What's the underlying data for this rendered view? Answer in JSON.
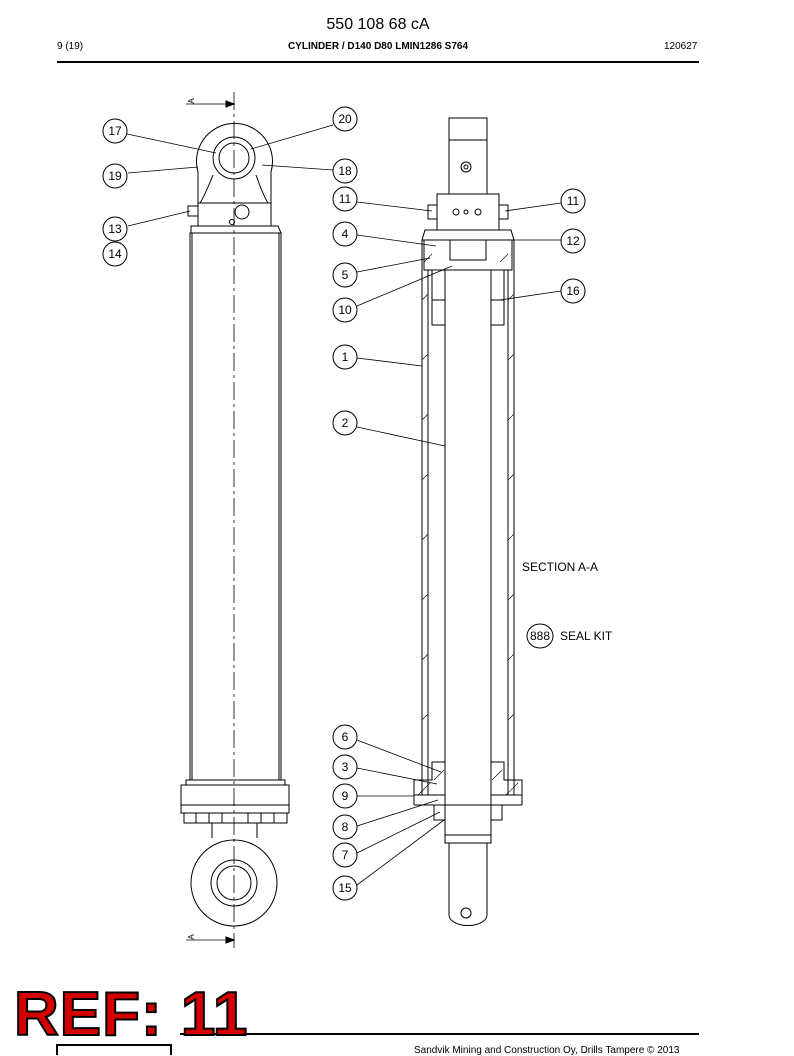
{
  "header": {
    "doc_number": "550 108 68 cA",
    "page": "9 (19)",
    "title": "CYLINDER / D140 D80 LMIN1286 S764",
    "date_code": "120627"
  },
  "drawing": {
    "section_label": "SECTION A-A",
    "seal_kit_number": "888",
    "seal_kit_label": "SEAL KIT",
    "section_marks": [
      "A",
      "A"
    ],
    "callouts": [
      "17",
      "19",
      "13",
      "14",
      "20",
      "18",
      "11",
      "11",
      "4",
      "12",
      "5",
      "10",
      "16",
      "1",
      "2",
      "6",
      "3",
      "9",
      "8",
      "7",
      "15"
    ]
  },
  "stamp": {
    "text": "REF: 11"
  },
  "footer": {
    "copyright": "Sandvik Mining and Construction Oy, Drills Tampere © 2013"
  }
}
